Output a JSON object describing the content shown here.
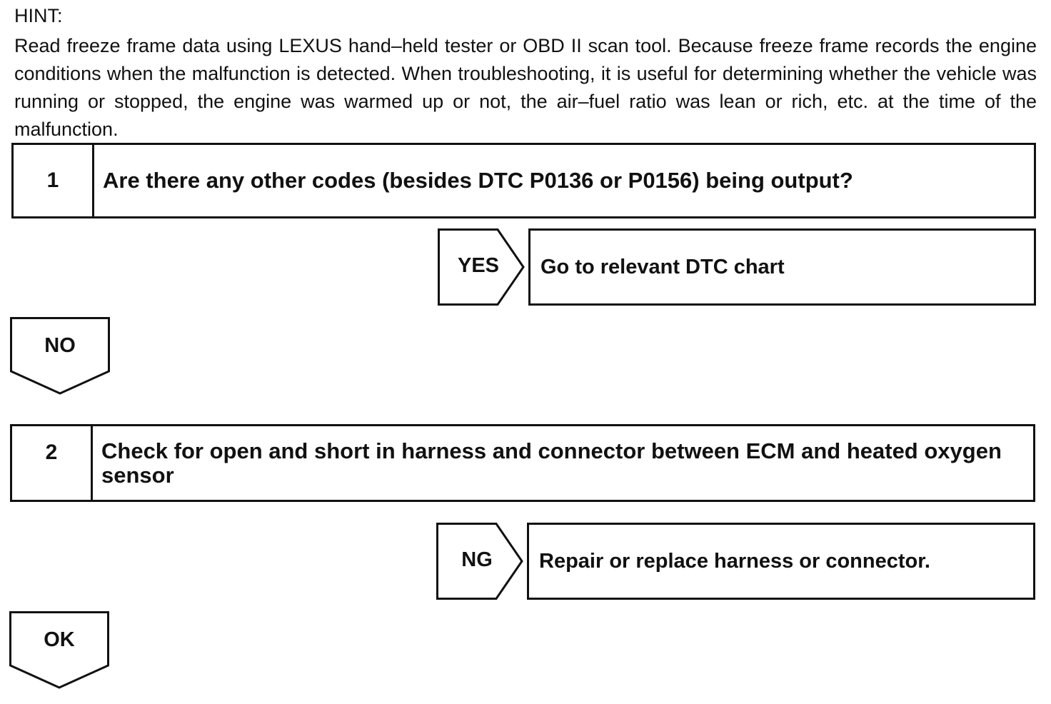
{
  "hint": {
    "label": "HINT:",
    "text": "Read freeze frame data using LEXUS hand–held tester or OBD II scan tool. Because freeze frame records the engine conditions when the malfunction is detected. When troubleshooting, it is useful for determining whether the vehicle was running or stopped, the engine was warmed up or not, the air–fuel ratio was lean or rich, etc. at the time of the malfunction."
  },
  "steps": [
    {
      "number": "1",
      "question": "Are there any other codes (besides DTC P0136 or P0156) being output?",
      "branch_label": "YES",
      "branch_result": "Go to relevant DTC chart",
      "continue_label": "NO"
    },
    {
      "number": "2",
      "question": "Check for open and short in harness and connector between ECM and heated oxygen sensor",
      "branch_label": "NG",
      "branch_result": "Repair or replace harness or connector.",
      "continue_label": "OK"
    }
  ]
}
